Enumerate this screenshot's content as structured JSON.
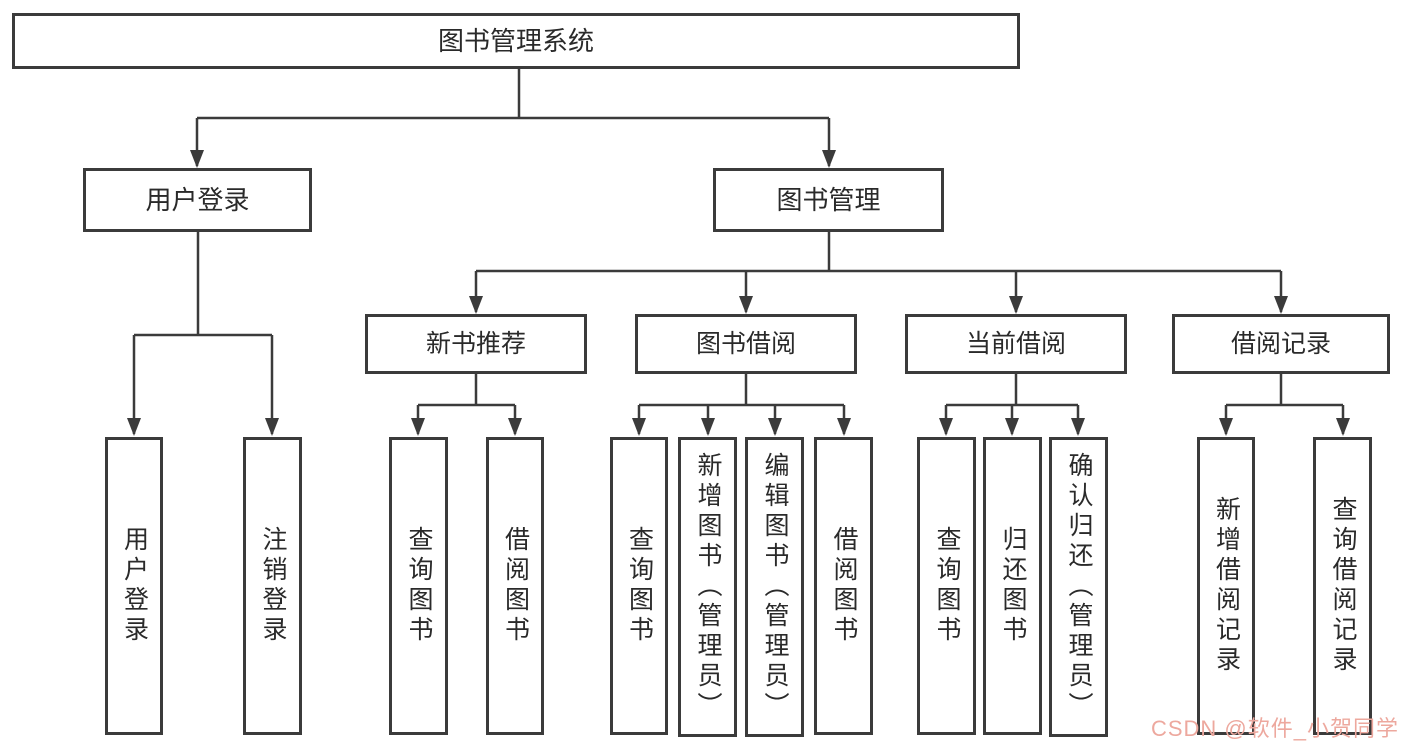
{
  "diagram_type": "hierarchy-tree",
  "tree": {
    "label": "图书管理系统",
    "children": [
      {
        "label": "用户登录",
        "children": [
          {
            "label": "用户登录"
          },
          {
            "label": "注销登录"
          }
        ]
      },
      {
        "label": "图书管理",
        "children": [
          {
            "label": "新书推荐",
            "children": [
              {
                "label": "查询图书"
              },
              {
                "label": "借阅图书"
              }
            ]
          },
          {
            "label": "图书借阅",
            "children": [
              {
                "label": "查询图书"
              },
              {
                "label": "新增图书（管理员）"
              },
              {
                "label": "编辑图书（管理员）"
              },
              {
                "label": "借阅图书"
              }
            ]
          },
          {
            "label": "当前借阅",
            "children": [
              {
                "label": "查询图书"
              },
              {
                "label": "归还图书"
              },
              {
                "label": "确认归还（管理员）"
              }
            ]
          },
          {
            "label": "借阅记录",
            "children": [
              {
                "label": "新增借阅记录"
              },
              {
                "label": "查询借阅记录"
              }
            ]
          }
        ]
      }
    ]
  },
  "watermark": {
    "text": "CSDN @软件_小贺同学"
  },
  "colors": {
    "line": "#3b3b3b",
    "box_border": "#3b3b3b",
    "text": "#2a2a2a",
    "background": "#ffffff",
    "watermark": "#eda89e"
  }
}
